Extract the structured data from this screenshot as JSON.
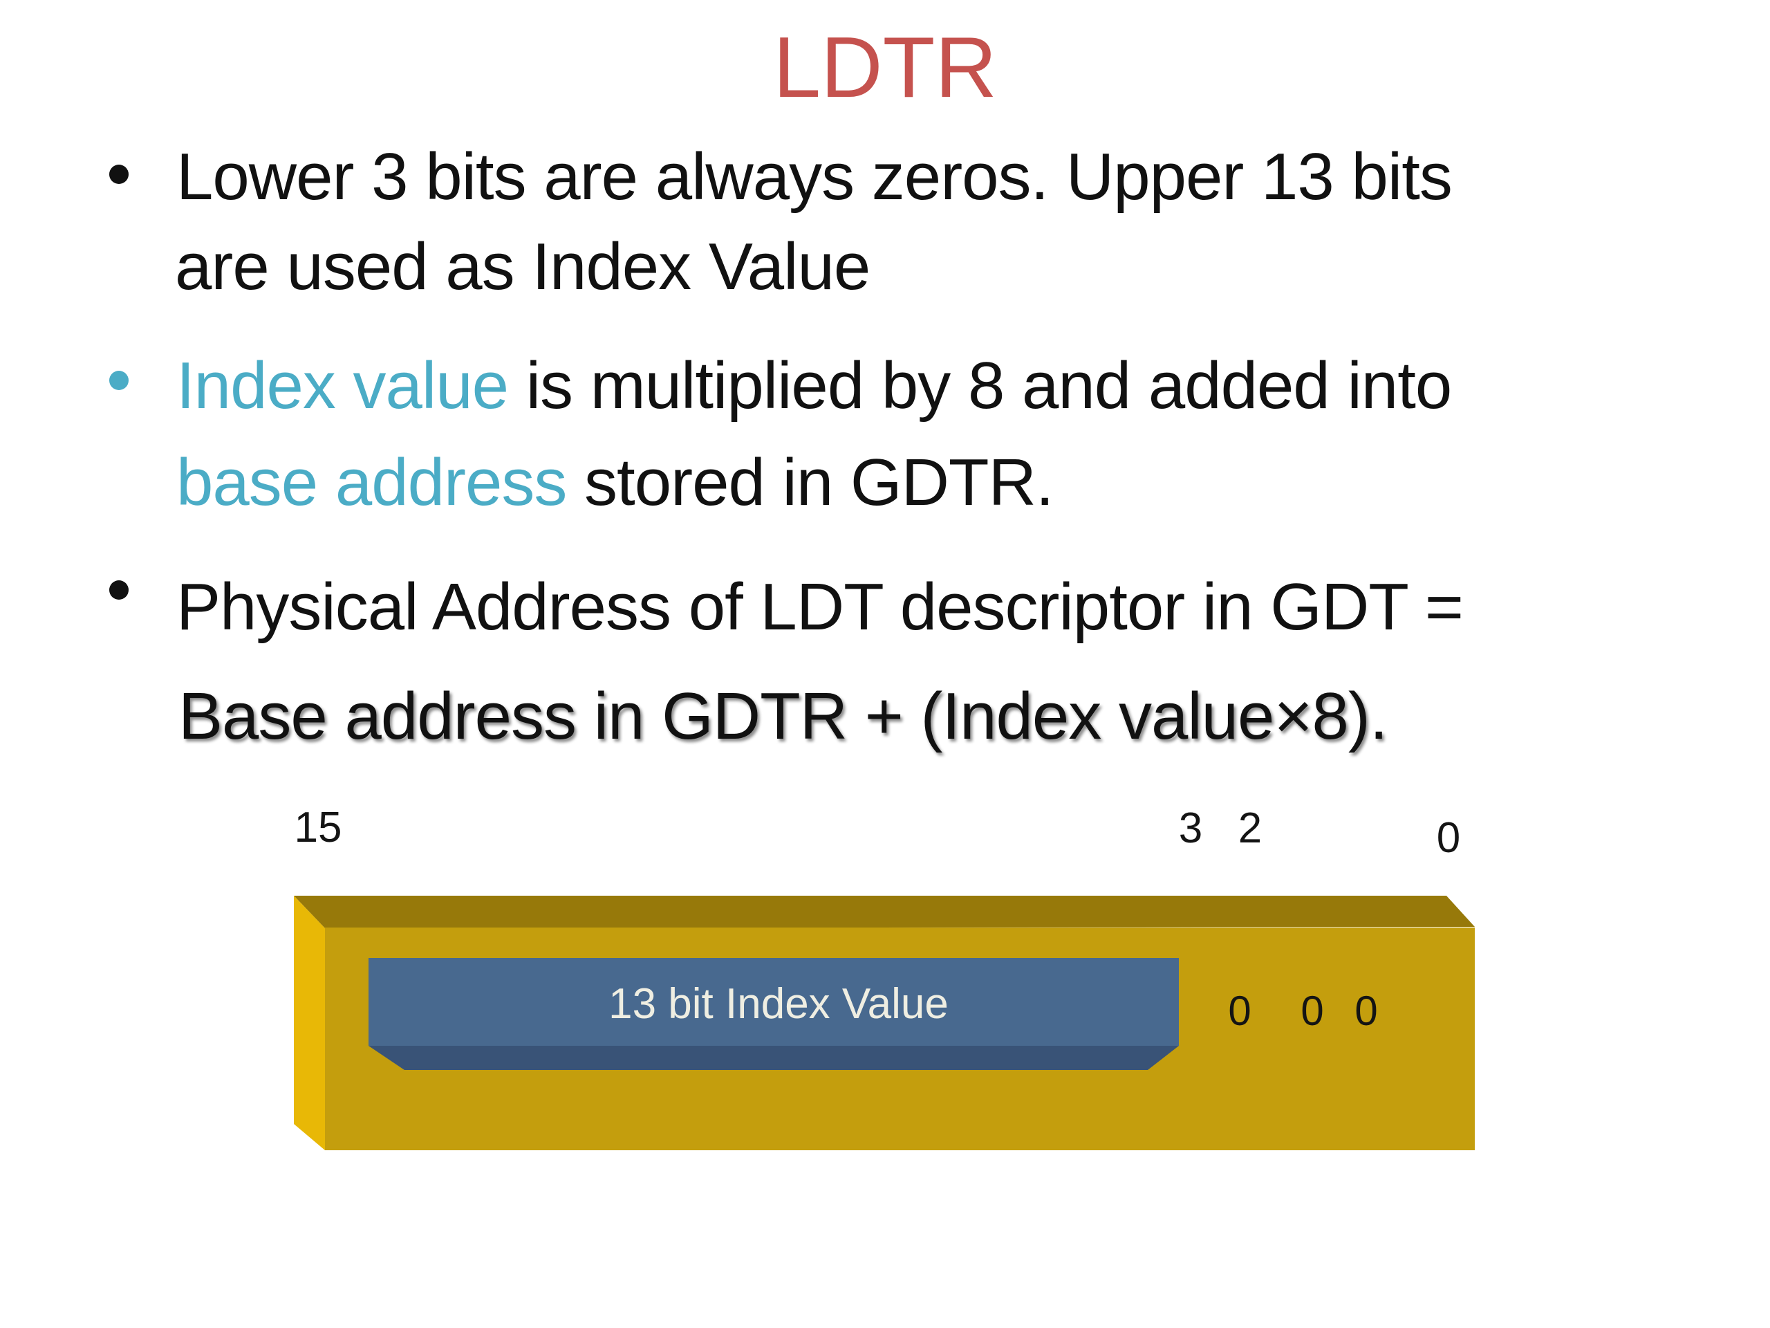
{
  "slide": {
    "title": "LDTR",
    "bullets": {
      "b1": {
        "line1": "Lower 3 bits are always zeros. Upper 13 bits",
        "line2": "are used as Index Value"
      },
      "b2": {
        "hl1": "Index value",
        "rest1": " is multiplied by 8 and added into",
        "hl2": "base address",
        "rest2": " stored in GDTR."
      },
      "b3": {
        "line1": "Physical Address of LDT descriptor in GDT =",
        "line2": "Base address in GDTR + (Index value×8)."
      }
    },
    "diagram": {
      "bit_labels": {
        "b15": "15",
        "b3": "3",
        "b2": "2",
        "b0": "0"
      },
      "register_field": "13 bit Index Value",
      "zero_bits": {
        "z1": "0",
        "z2": "0",
        "z3": "0"
      }
    },
    "colors": {
      "title": "#C5524E",
      "highlight": "#4BACC6",
      "body_text": "#111111",
      "gold_front": "#C49E0D",
      "gold_top": "#97790A",
      "gold_left": "#E8B806",
      "blue_front": "#48698F",
      "blue_bevel": "#395377",
      "field_text": "#EFEEE2"
    }
  }
}
